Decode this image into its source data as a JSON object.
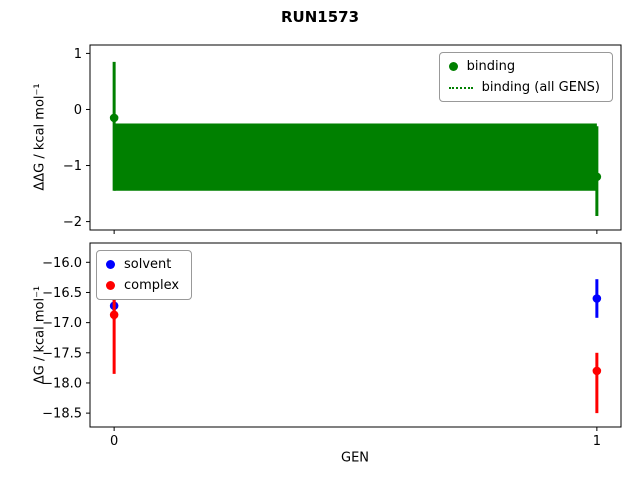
{
  "title": "RUN1573",
  "colors": {
    "binding_green": "#008000",
    "solvent_blue": "#0000ff",
    "complex_red": "#ff0000",
    "axis_black": "#000000"
  },
  "chart_data": [
    {
      "type": "scatter",
      "name": "ddg-vs-gen",
      "ylabel": "ΔΔG / kcal mol⁻¹",
      "xlabel": "",
      "ylim": [
        -2.15,
        1.15
      ],
      "xlim": [
        -0.05,
        1.05
      ],
      "grid": false,
      "show_xticklabels": false,
      "yticks": [
        {
          "v": 1,
          "label": "1"
        },
        {
          "v": 0,
          "label": "0"
        },
        {
          "v": -1,
          "label": "−1"
        },
        {
          "v": -2,
          "label": "−2"
        }
      ],
      "xticks": [
        {
          "v": 0,
          "label": "0"
        },
        {
          "v": 1,
          "label": "1"
        }
      ],
      "series": [
        {
          "name": "binding",
          "color": "#008000",
          "marker": "circle",
          "x": [
            0,
            1
          ],
          "y": [
            -0.15,
            -1.2
          ],
          "yerr_lo": [
            -1.45,
            -1.9
          ],
          "yerr_hi": [
            0.85,
            -0.3
          ]
        }
      ],
      "band": {
        "label": "binding (all GENS)",
        "color": "#008000",
        "line_style": "dotted",
        "x": [
          0,
          1
        ],
        "top": -0.25,
        "bottom": -1.45
      },
      "legend": {
        "position": "top-right",
        "entries": [
          {
            "label": "binding",
            "marker": "dot",
            "color": "#008000"
          },
          {
            "label": "binding (all GENS)",
            "marker": "dotted-line",
            "color": "#008000"
          }
        ]
      }
    },
    {
      "type": "scatter",
      "name": "dg-vs-gen",
      "ylabel": "ΔG / kcal mol⁻¹",
      "xlabel": "GEN",
      "ylim": [
        -18.73,
        -15.68
      ],
      "xlim": [
        -0.05,
        1.05
      ],
      "grid": false,
      "show_xticklabels": true,
      "yticks": [
        {
          "v": -16.0,
          "label": "−16.0"
        },
        {
          "v": -16.5,
          "label": "−16.5"
        },
        {
          "v": -17.0,
          "label": "−17.0"
        },
        {
          "v": -17.5,
          "label": "−17.5"
        },
        {
          "v": -18.0,
          "label": "−18.0"
        },
        {
          "v": -18.5,
          "label": "−18.5"
        }
      ],
      "xticks": [
        {
          "v": 0,
          "label": "0"
        },
        {
          "v": 1,
          "label": "1"
        }
      ],
      "series": [
        {
          "name": "solvent",
          "color": "#0000ff",
          "marker": "circle",
          "x": [
            0,
            1
          ],
          "y": [
            -16.72,
            -16.6
          ],
          "yerr_lo": [
            -16.95,
            -16.92
          ],
          "yerr_hi": [
            -16.5,
            -16.28
          ]
        },
        {
          "name": "complex",
          "color": "#ff0000",
          "marker": "circle",
          "x": [
            0,
            1
          ],
          "y": [
            -16.87,
            -17.8
          ],
          "yerr_lo": [
            -17.85,
            -18.5
          ],
          "yerr_hi": [
            -16.62,
            -17.5
          ]
        }
      ],
      "legend": {
        "position": "top-left",
        "entries": [
          {
            "label": "solvent",
            "marker": "dot",
            "color": "#0000ff"
          },
          {
            "label": "complex",
            "marker": "dot",
            "color": "#ff0000"
          }
        ]
      }
    }
  ]
}
